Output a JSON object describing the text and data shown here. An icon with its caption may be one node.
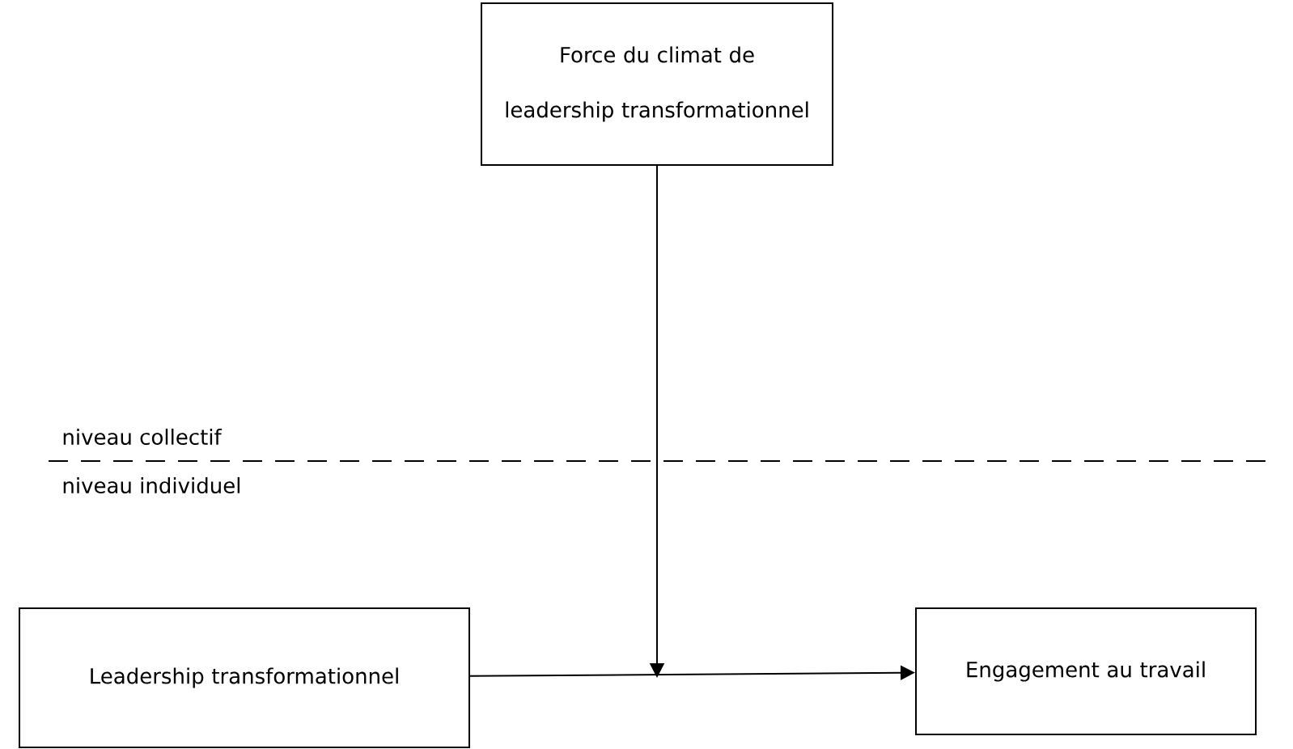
{
  "diagram": {
    "nodes": [
      {
        "text": [
          "Force du climat de leadership transformationnel"
        ]
      },
      {
        "text": [
          "Leadership transformationnel"
        ]
      },
      {
        "text": [
          "Engagement au travail"
        ]
      }
    ],
    "edges": [
      {
        "from": 1,
        "to": 2,
        "arrow": "to"
      },
      {
        "from": 0,
        "to": null,
        "arrow": "to"
      }
    ],
    "labels": [
      "niveau collectif",
      "niveau individuel"
    ]
  }
}
